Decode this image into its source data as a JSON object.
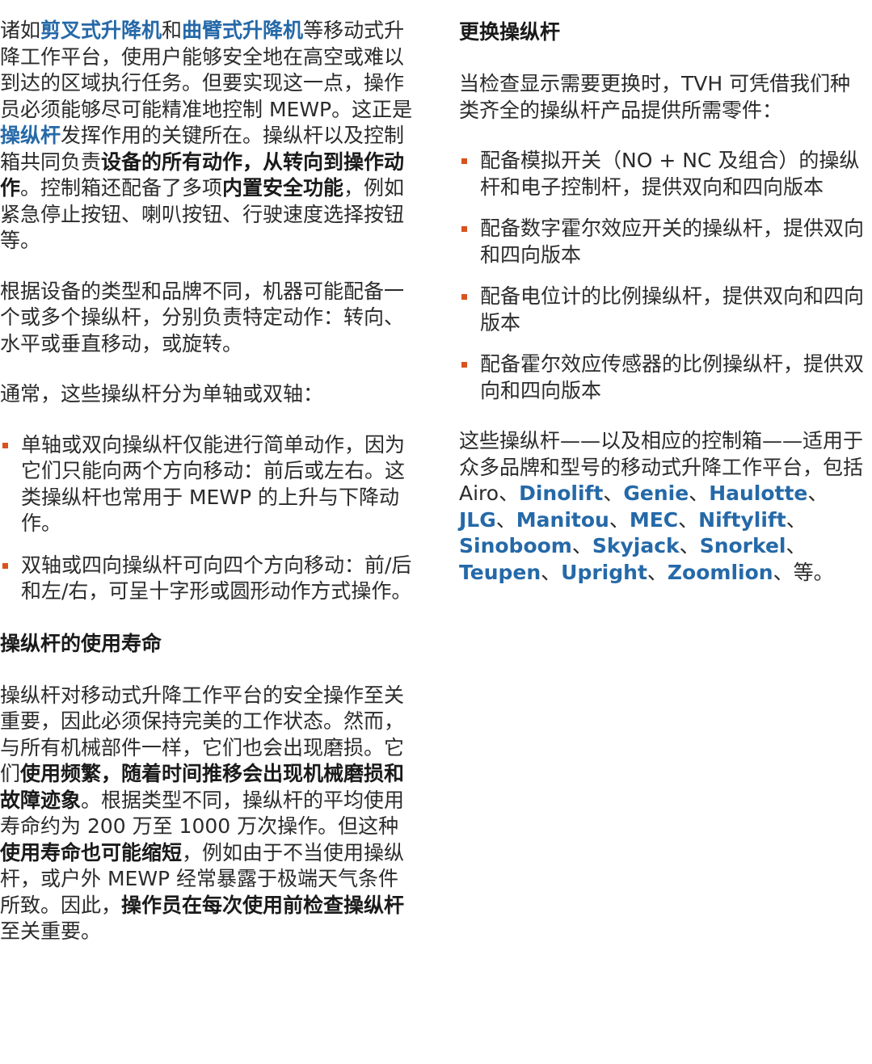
{
  "left": {
    "intro": {
      "t1": "诸如",
      "b1": "剪叉式升降机",
      "t2": "和",
      "b2": "曲臂式升降机",
      "t3": "等移动式升降工作平台，使用户能够安全地在高空或难以到达的区域执行任务。但要实现这一点，操作员必须能够尽可能精准地控制 MEWP。这正是",
      "b3": "操纵杆",
      "t4": "发挥作用的关键所在。操纵杆以及控制箱共同负责",
      "s1": "设备的所有动作，从转向到操作动作",
      "t5": "。控制箱还配备了多项",
      "s2": "内置安全功能",
      "t6": "，例如紧急停止按钮、喇叭按钮、行驶速度选择按钮等。"
    },
    "para2": "根据设备的类型和品牌不同，机器可能配备一个或多个操纵杆，分别负责特定动作：转向、水平或垂直移动，或旋转。",
    "para3": "通常，这些操纵杆分为单轴或双轴：",
    "axis_list": [
      "单轴或双向操纵杆仅能进行简单动作，因为它们只能向两个方向移动：前后或左右。这类操纵杆也常用于 MEWP 的上升与下降动作。",
      "双轴或四向操纵杆可向四个方向移动：前/后和左/右，可呈十字形或圆形动作方式操作。"
    ],
    "heading_life": "操纵杆的使用寿命",
    "life": {
      "t1": "操纵杆对移动式升降工作平台的安全操作至关重要，因此必须保持完美的工作状态。然而，与所有机械部件一样，它们也会出现磨损。它们",
      "s1": "使用频繁，随着时间推移会出现机械磨损和故障迹象",
      "t2": "。根据类型不同，操纵杆的平均使用寿命约为 200 万至 1000 万次操作。但这种",
      "s2": "使用寿命也可能缩短",
      "t3": "，例如由于不当使用操纵杆，或户外 MEWP 经常暴露于极端天气条件所致。因此，",
      "s3": "操作员在每次使用前检查操纵杆",
      "t4": "至关重要。"
    }
  },
  "right": {
    "heading_replace": "更换操纵杆",
    "replace_intro": "当检查显示需要更换时，TVH 可凭借我们种类齐全的操纵杆产品提供所需零件：",
    "product_list": [
      "配备模拟开关（NO + NC 及组合）的操纵杆和电子控制杆，提供双向和四向版本",
      "配备数字霍尔效应开关的操纵杆，提供双向和四向版本",
      "配备电位计的比例操纵杆，提供双向和四向版本",
      "配备霍尔效应传感器的比例操纵杆，提供双向和四向版本"
    ],
    "brands_intro": "这些操纵杆——以及相应的控制箱——适用于众多品牌和型号的移动式升降工作平台，包括 Airo、",
    "brands": [
      "Dinolift",
      "Genie",
      "Haulotte",
      "JLG",
      "Manitou",
      "MEC",
      "Niftylift",
      "Sinoboom",
      "Skyjack",
      "Snorkel",
      "Teupen",
      "Upright",
      "Zoomlion"
    ],
    "separator": "、",
    "brands_end": "等。"
  },
  "colors": {
    "accent_blue": "#2569a8",
    "bullet_orange": "#d9531e",
    "text": "#2b2b2b"
  }
}
